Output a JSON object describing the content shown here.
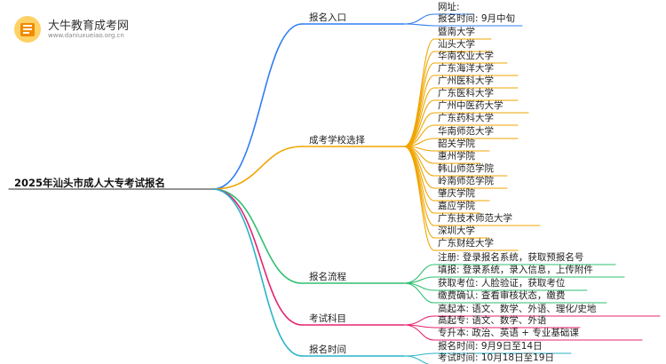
{
  "logo": {
    "name": "大牛教育成考网",
    "url": "www.daniuxueiao.org.cn",
    "icon": "book-icon"
  },
  "root": "2025年汕头市成人大专考试报名",
  "colors": {
    "branch1": "#2f7ef0",
    "branch2": "#f0a500",
    "branch3": "#2fbf71",
    "branch4": "#e6236f",
    "branch5": "#2ab3c9"
  },
  "branches": [
    {
      "label": "报名入口",
      "children": [
        "网址:",
        "报名时间: 9月中旬"
      ]
    },
    {
      "label": "成考学校选择",
      "children": [
        "暨南大学",
        "汕头大学",
        "华南农业大学",
        "广东海洋大学",
        "广州医科大学",
        "广东医科大学",
        "广州中医药大学",
        "广东药科大学",
        "华南师范大学",
        "韶关学院",
        "惠州学院",
        "韩山师范学院",
        "岭南师范学院",
        "肇庆学院",
        "嘉应学院",
        "广东技术师范大学",
        "深圳大学",
        "广东财经大学"
      ]
    },
    {
      "label": "报名流程",
      "children": [
        "注册: 登录报名系统，获取预报名号",
        "填报: 登录系统，录入信息，上传附件",
        "获取考位: 人脸验证，获取考位",
        "缴费确认: 查看审核状态，缴费"
      ]
    },
    {
      "label": "考试科目",
      "children": [
        "高起本: 语文、数学、外语、理化/史地",
        "高起专: 语文、数学、外语",
        "专升本: 政治、英语 + 专业基础课"
      ]
    },
    {
      "label": "报名时间",
      "children": [
        "报名时间: 9月9日至14日",
        "考试时间: 10月18日至19日"
      ]
    }
  ]
}
